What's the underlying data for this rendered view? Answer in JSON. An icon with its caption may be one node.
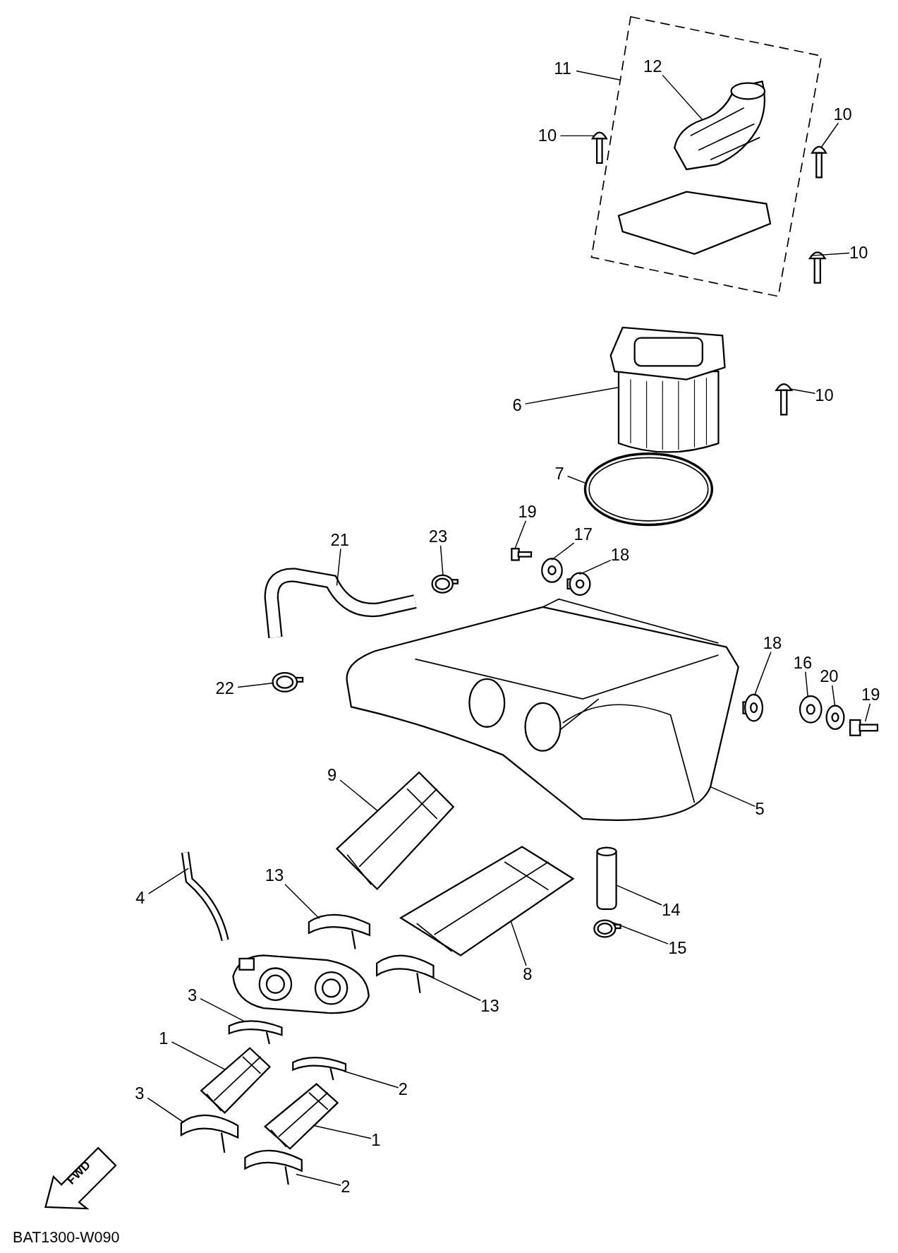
{
  "diagram": {
    "nodes": [
      {
        "text": [
          "11"
        ]
      },
      {
        "text": [],
        "shape": "picture"
      },
      {
        "text": [
          "12"
        ],
        "in": 1
      },
      {
        "text": [],
        "shape": "picture",
        "in": 1
      },
      {
        "text": [
          "10"
        ]
      },
      {
        "text": [],
        "shape": "picture"
      },
      {
        "text": [
          "10"
        ]
      },
      {
        "text": [],
        "shape": "picture"
      },
      {
        "text": [
          "10"
        ]
      },
      {
        "text": [],
        "shape": "picture"
      },
      {
        "text": [
          "10"
        ]
      },
      {
        "text": [],
        "shape": "picture"
      },
      {
        "text": [
          "6"
        ]
      },
      {
        "text": [],
        "shape": "picture"
      },
      {
        "text": [
          "7"
        ]
      },
      {
        "text": [],
        "shape": "picture"
      },
      {
        "text": [
          "19"
        ]
      },
      {
        "text": [],
        "shape": "picture"
      },
      {
        "text": [
          "17"
        ]
      },
      {
        "text": [],
        "shape": "picture"
      },
      {
        "text": [
          "18"
        ]
      },
      {
        "text": [],
        "shape": "picture"
      },
      {
        "text": [
          "21"
        ]
      },
      {
        "text": [],
        "shape": "picture"
      },
      {
        "text": [
          "23"
        ]
      },
      {
        "text": [],
        "shape": "picture"
      },
      {
        "text": [
          "22"
        ]
      },
      {
        "text": [],
        "shape": "picture"
      },
      {
        "text": [
          "18"
        ]
      },
      {
        "text": [],
        "shape": "picture"
      },
      {
        "text": [
          "16"
        ]
      },
      {
        "text": [],
        "shape": "picture"
      },
      {
        "text": [
          "20"
        ]
      },
      {
        "text": [],
        "shape": "picture"
      },
      {
        "text": [
          "19"
        ]
      },
      {
        "text": [],
        "shape": "picture"
      },
      {
        "text": [
          "5"
        ]
      },
      {
        "text": [],
        "shape": "picture"
      },
      {
        "text": [
          "9"
        ]
      },
      {
        "text": [],
        "shape": "picture"
      },
      {
        "text": [
          "13"
        ]
      },
      {
        "text": [],
        "shape": "picture"
      },
      {
        "text": [
          "4"
        ]
      },
      {
        "text": [],
        "shape": "picture"
      },
      {
        "text": [
          "14"
        ]
      },
      {
        "text": [],
        "shape": "picture"
      },
      {
        "text": [
          "15"
        ]
      },
      {
        "text": [],
        "shape": "picture"
      },
      {
        "text": [
          "8"
        ]
      },
      {
        "text": [],
        "shape": "picture"
      },
      {
        "text": [
          "13"
        ]
      },
      {
        "text": [],
        "shape": "picture"
      },
      {
        "text": [
          "3"
        ]
      },
      {
        "text": [],
        "shape": "picture"
      },
      {
        "text": [
          "1"
        ]
      },
      {
        "text": [],
        "shape": "picture"
      },
      {
        "text": [
          "3"
        ]
      },
      {
        "text": [],
        "shape": "picture"
      },
      {
        "text": [
          "2"
        ]
      },
      {
        "text": [],
        "shape": "picture"
      },
      {
        "text": [
          "1"
        ]
      },
      {
        "text": [],
        "shape": "picture"
      },
      {
        "text": [
          "2"
        ]
      },
      {
        "text": [],
        "shape": "picture"
      },
      {
        "text": [],
        "shape": "picture"
      },
      {
        "text": [
          "FWD"
        ]
      }
    ],
    "edges": [
      {
        "from": 0,
        "to": 1,
        "arrow": "none"
      },
      {
        "from": 2,
        "to": 3,
        "arrow": "none"
      },
      {
        "from": 4,
        "to": 5,
        "arrow": "none"
      },
      {
        "from": 6,
        "to": 7,
        "arrow": "none"
      },
      {
        "from": 8,
        "to": 9,
        "arrow": "none"
      },
      {
        "from": 10,
        "to": 11,
        "arrow": "none"
      },
      {
        "from": 12,
        "to": 13,
        "arrow": "none"
      },
      {
        "from": 14,
        "to": 15,
        "arrow": "none"
      },
      {
        "from": 16,
        "to": 17,
        "arrow": "none"
      },
      {
        "from": 18,
        "to": 19,
        "arrow": "none"
      },
      {
        "from": 20,
        "to": 21,
        "arrow": "none"
      },
      {
        "from": 22,
        "to": 23,
        "arrow": "none"
      },
      {
        "from": 24,
        "to": 25,
        "arrow": "none"
      },
      {
        "from": 26,
        "to": 27,
        "arrow": "none"
      },
      {
        "from": 28,
        "to": 29,
        "arrow": "none"
      },
      {
        "from": 30,
        "to": 31,
        "arrow": "none"
      },
      {
        "from": 32,
        "to": 33,
        "arrow": "none"
      },
      {
        "from": 34,
        "to": 35,
        "arrow": "none"
      },
      {
        "from": 36,
        "to": 37,
        "arrow": "none"
      },
      {
        "from": 38,
        "to": 39,
        "arrow": "none"
      },
      {
        "from": 40,
        "to": 41,
        "arrow": "none"
      },
      {
        "from": 42,
        "to": 43,
        "arrow": "none"
      },
      {
        "from": 44,
        "to": 45,
        "arrow": "none"
      },
      {
        "from": 46,
        "to": 47,
        "arrow": "none"
      },
      {
        "from": 48,
        "to": 49,
        "arrow": "none"
      },
      {
        "from": 50,
        "to": 51,
        "arrow": "none"
      },
      {
        "from": 52,
        "to": 53,
        "arrow": "none"
      },
      {
        "from": 54,
        "to": 55,
        "arrow": "none"
      },
      {
        "from": 56,
        "to": 57,
        "arrow": "none"
      },
      {
        "from": 58,
        "to": 59,
        "arrow": "none"
      },
      {
        "from": 60,
        "to": 61,
        "arrow": "none"
      },
      {
        "from": 62,
        "to": 63,
        "arrow": "none"
      }
    ],
    "labels": [
      "BAT1300-W090"
    ]
  }
}
